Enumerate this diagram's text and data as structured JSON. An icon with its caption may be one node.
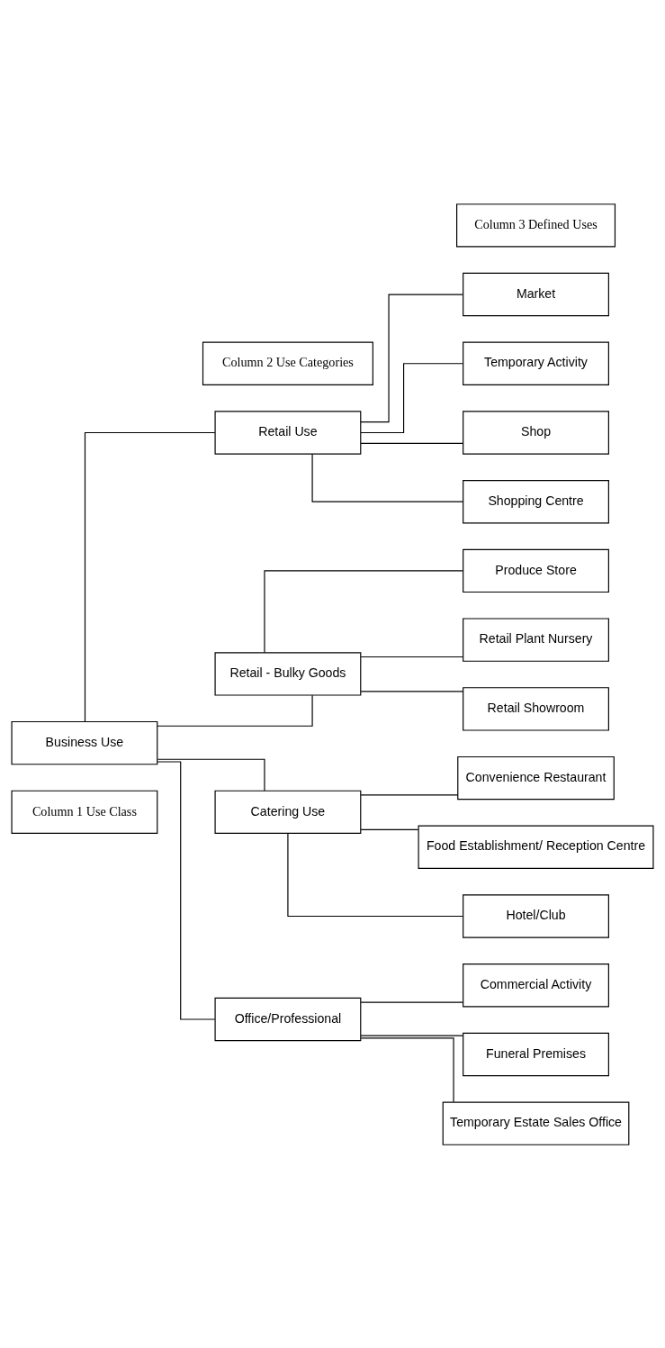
{
  "diagram": {
    "nodes": [
      {
        "text": [
          "Column 1 Use Class"
        ]
      },
      {
        "text": [
          "Column 2 Use Categories"
        ]
      },
      {
        "text": [
          "Column 3 Defined Uses"
        ]
      },
      {
        "text": [
          "Business Use"
        ]
      },
      {
        "text": [
          "Retail Use"
        ]
      },
      {
        "text": [
          "Retail - Bulky Goods"
        ]
      },
      {
        "text": [
          "Catering Use"
        ]
      },
      {
        "text": [
          "Office/Professional"
        ]
      },
      {
        "text": [
          "Market"
        ]
      },
      {
        "text": [
          "Temporary Activity"
        ]
      },
      {
        "text": [
          "Shop"
        ]
      },
      {
        "text": [
          "Shopping Centre"
        ]
      },
      {
        "text": [
          "Produce Store"
        ]
      },
      {
        "text": [
          "Retail Plant Nursery"
        ]
      },
      {
        "text": [
          "Retail Showroom"
        ]
      },
      {
        "text": [
          "Convenience Restaurant"
        ]
      },
      {
        "text": [
          "Food Establishment/ Reception Centre"
        ]
      },
      {
        "text": [
          "Hotel/Club"
        ]
      },
      {
        "text": [
          "Commercial Activity"
        ]
      },
      {
        "text": [
          "Funeral Premises"
        ]
      },
      {
        "text": [
          "Temporary Estate Sales Office"
        ]
      }
    ],
    "edges": [
      {
        "from": 3,
        "to": 4,
        "arrow": "none"
      },
      {
        "from": 3,
        "to": 5,
        "arrow": "none"
      },
      {
        "from": 3,
        "to": 6,
        "arrow": "none"
      },
      {
        "from": 3,
        "to": 7,
        "arrow": "none"
      },
      {
        "from": 4,
        "to": 8,
        "arrow": "none"
      },
      {
        "from": 4,
        "to": 9,
        "arrow": "none"
      },
      {
        "from": 4,
        "to": 10,
        "arrow": "none"
      },
      {
        "from": 4,
        "to": 11,
        "arrow": "none"
      },
      {
        "from": 5,
        "to": 12,
        "arrow": "none"
      },
      {
        "from": 5,
        "to": 13,
        "arrow": "none"
      },
      {
        "from": 5,
        "to": 14,
        "arrow": "none"
      },
      {
        "from": 6,
        "to": 15,
        "arrow": "none"
      },
      {
        "from": 6,
        "to": 16,
        "arrow": "none"
      },
      {
        "from": 6,
        "to": 17,
        "arrow": "none"
      },
      {
        "from": 7,
        "to": 18,
        "arrow": "none"
      },
      {
        "from": 7,
        "to": 19,
        "arrow": "none"
      },
      {
        "from": 7,
        "to": 20,
        "arrow": "none"
      }
    ]
  }
}
